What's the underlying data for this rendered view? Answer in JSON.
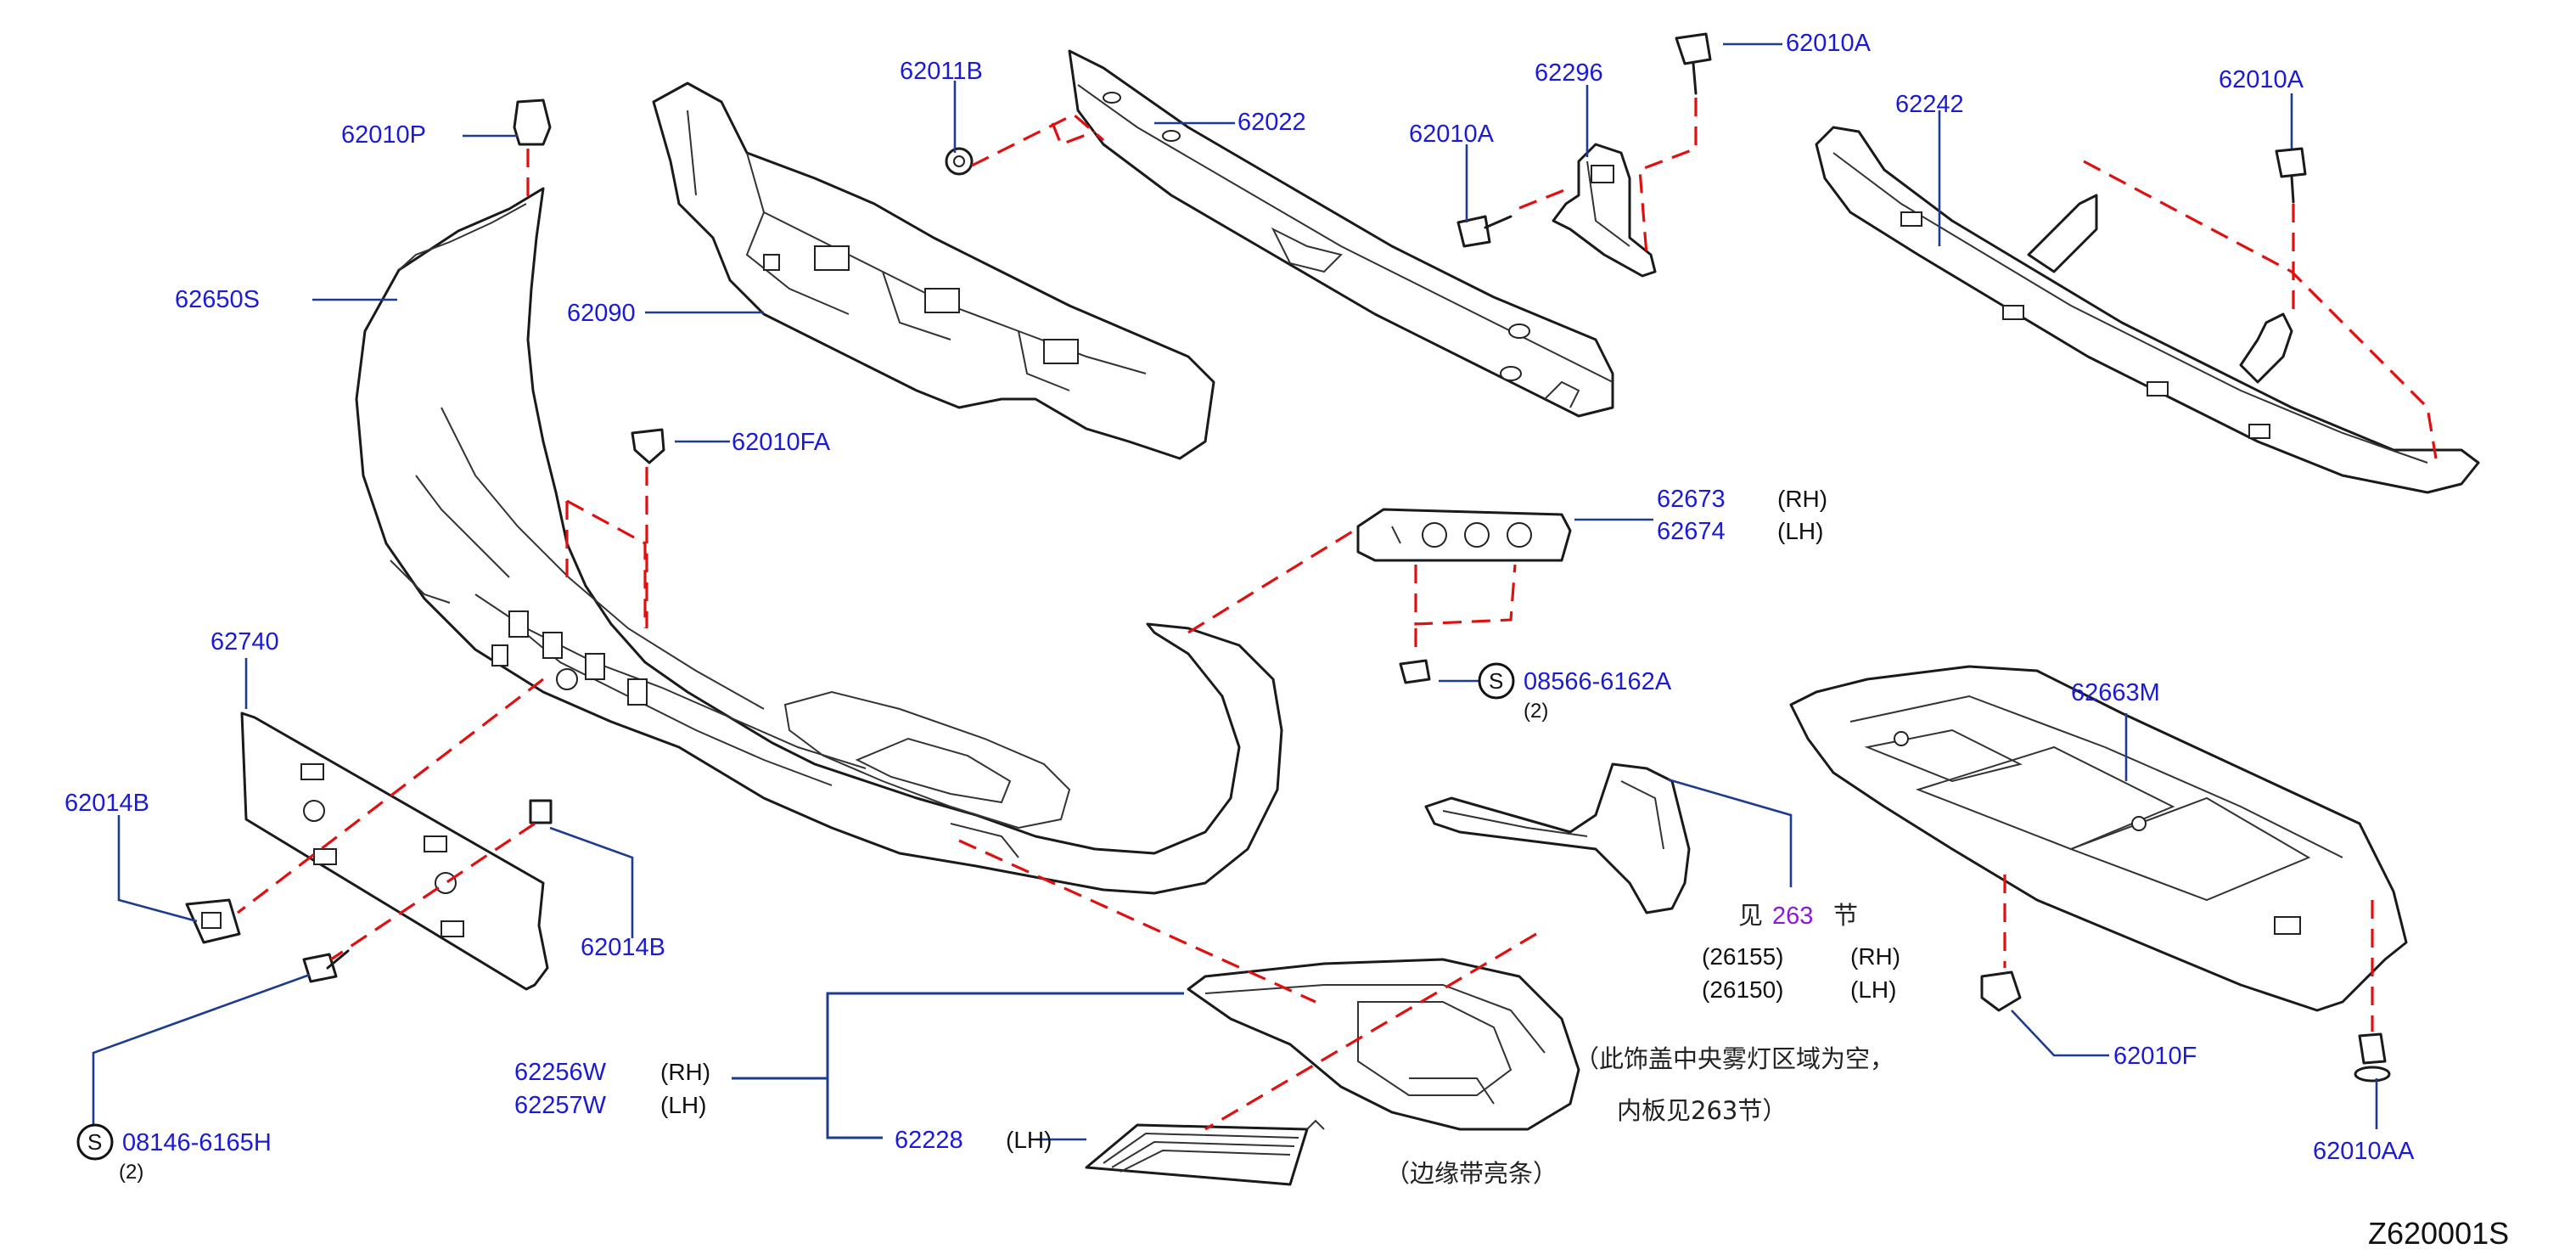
{
  "diagram_id": "Z620001S",
  "parts": {
    "p62010P": "62010P",
    "p62650S": "62650S",
    "p62090": "62090",
    "p62011B": "62011B",
    "p62022": "62022",
    "p62010A_left": "62010A",
    "p62296": "62296",
    "p62010A_top": "62010A",
    "p62242": "62242",
    "p62010A_right": "62010A",
    "p62010FA": "62010FA",
    "p62673": "62673",
    "p62673_side": "(RH)",
    "p62674": "62674",
    "p62674_side": "(LH)",
    "p08566": "08566-6162A",
    "p08566_qty": "(2)",
    "p62740": "62740",
    "p62014B_left": "62014B",
    "p62014B_right": "62014B",
    "p62663M": "62663M",
    "p08146": "08146-6165H",
    "p08146_qty": "(2)",
    "p62256W": "62256W",
    "p62256W_side": "(RH)",
    "p62257W": "62257W",
    "p62257W_side": "(LH)",
    "p62228": "62228",
    "p62228_side": "(LH)",
    "p62010F": "62010F",
    "p62010AA": "62010AA",
    "s_symbol": "S"
  },
  "section_ref": {
    "prefix": "见",
    "number": "263",
    "suffix": "节",
    "ref1": "(26155)",
    "ref1_side": "(RH)",
    "ref2": "(26150)",
    "ref2_side": "(LH)"
  },
  "notes": {
    "fog_line1": "（此饰盖中央雾灯区域为空，",
    "fog_line2": "内板见263节）",
    "edge_strip": "（边缘带亮条）"
  }
}
